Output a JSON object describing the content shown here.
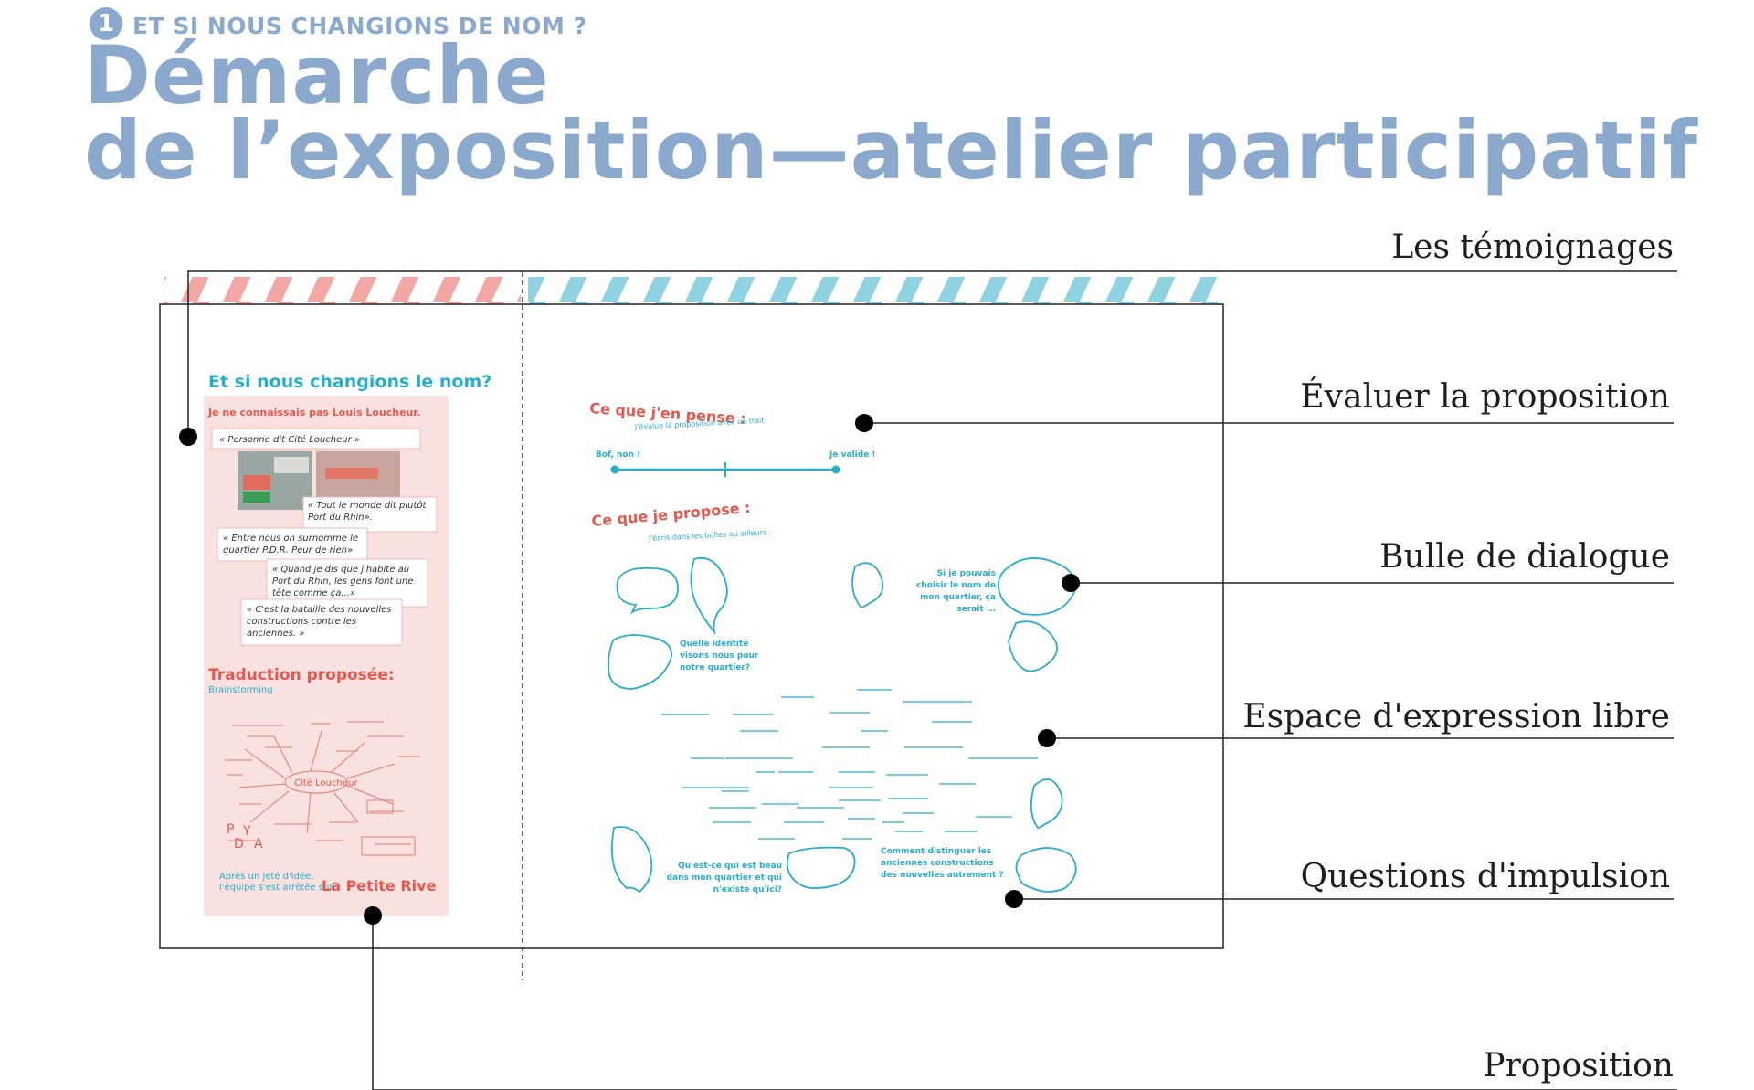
{
  "header": {
    "number": "1",
    "kicker": "ET SI NOUS CHANGIONS DE NOM ?",
    "title_line_1": "Démarche",
    "title_line_2": "de l’exposition—atelier participatif"
  },
  "callouts": {
    "temoignages": "Les témoignages",
    "evaluer": "Évaluer la proposition",
    "bulle": "Bulle de dialogue",
    "espace": "Espace d'expression libre",
    "questions": "Questions d'impulsion",
    "proposition": "Proposition"
  },
  "left_panel": {
    "heading": "Et si nous changions le nom?",
    "intro": "Je ne connaissais pas Louis Loucheur.",
    "quote_1": "« Personne dit Cité Loucheur »",
    "quote_2a": "« Tout le monde dit plutôt",
    "quote_2b": "Port du Rhin».",
    "quote_3a": "« Entre nous on surnomme le",
    "quote_3b": "quartier P.D.R.  Peur de rien»",
    "quote_4a": "« Quand je dis que j'habite au",
    "quote_4b": "Port du Rhin, les gens font une",
    "quote_4c": "tête comme ça...»",
    "quote_5a": "« C'est la bataille des nouvelles",
    "quote_5b": "constructions contre les",
    "quote_5c": "anciennes. »",
    "translation_heading": "Traduction proposée:",
    "brainstorm_label": "Brainstorming",
    "brainstorm_center": "Cité Loucheur",
    "outro_a": "Après un jeté d'idée,",
    "outro_b": "l'équipe s'est arrêtée sur :",
    "final_name": "La Petite Rive"
  },
  "right_panel": {
    "opinion_heading": "Ce que j'en pense :",
    "opinion_sub": "J'évalue la proposition avec un trait",
    "scale_left": "Bof, non !",
    "scale_right": "Je valide !",
    "propose_heading": "Ce que je propose :",
    "propose_sub": "J'écris dans les bulles ou ailleurs :",
    "q1a": "Quelle identité",
    "q1b": "visons nous pour",
    "q1c": "notre quartier?",
    "q2a": "Si je pouvais",
    "q2b": "choisir le nom de",
    "q2c": "mon quartier, ça",
    "q2d": "serait ...",
    "q3a": "Qu'est-ce qui est beau",
    "q3b": "dans mon quartier et qui",
    "q3c": "n'existe qu'ici?",
    "q4a": "Comment distinguer les",
    "q4b": "anciennes constructions",
    "q4c": "des nouvelles autrement ?"
  },
  "colors": {
    "title_blue": "#8ba9cc",
    "coral": "#e5584f",
    "cyan": "#27aecb",
    "pink_panel": "#f9e1df",
    "stripe_pink": "#f2a7a4",
    "stripe_blue": "#8fd2e2"
  }
}
